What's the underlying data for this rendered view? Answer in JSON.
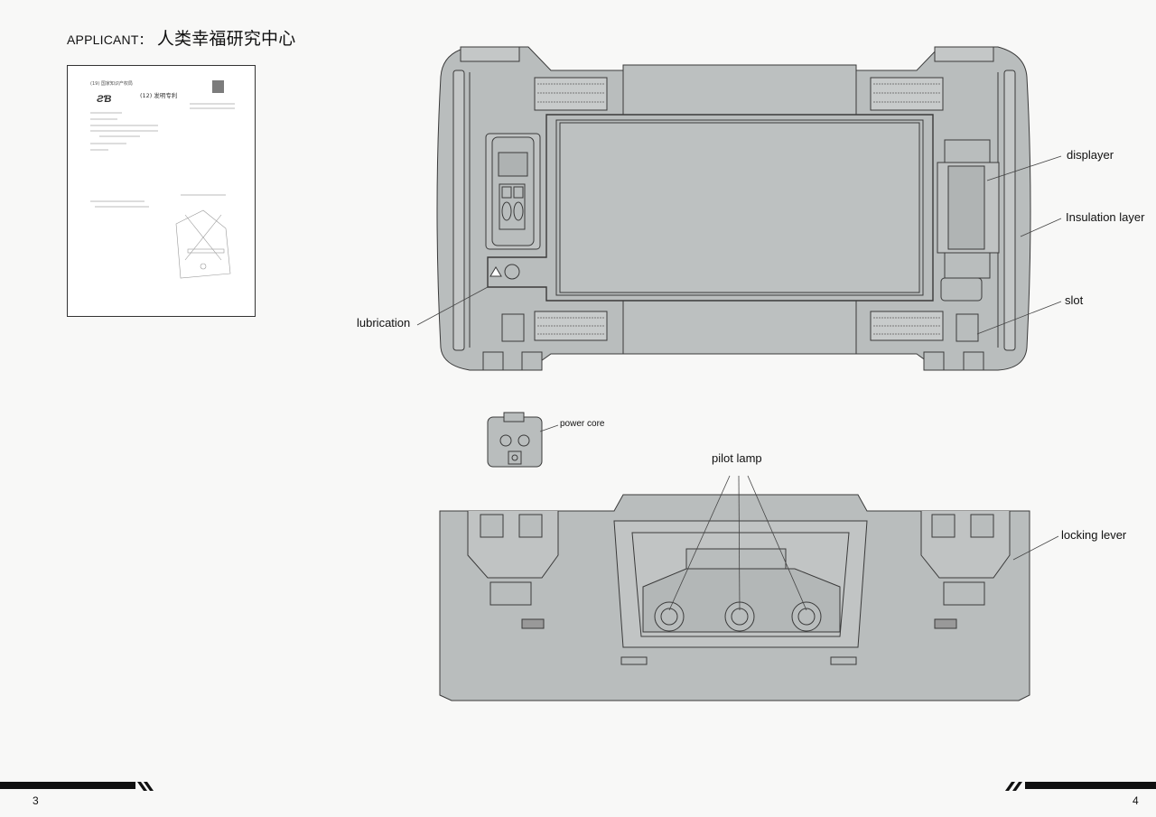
{
  "header": {
    "applicant_label": "APPLICANT：",
    "applicant_name": "人类幸福研究中心"
  },
  "patent_thumb": {
    "office": "(19) 国家知识产权局",
    "kind": "(12) 发明专利"
  },
  "labels": {
    "displayer": "displayer",
    "insulation_layer": "Insulation layer",
    "slot": "slot",
    "lubrication": "lubrication",
    "power_core": "power core",
    "pilot_lamp": "pilot lamp",
    "locking_lever": "locking lever"
  },
  "footer": {
    "page_left": "3",
    "page_right": "4"
  },
  "colors": {
    "body": "#b9bdbd",
    "line": "#3a3a3a",
    "background": "#f8f8f7"
  }
}
